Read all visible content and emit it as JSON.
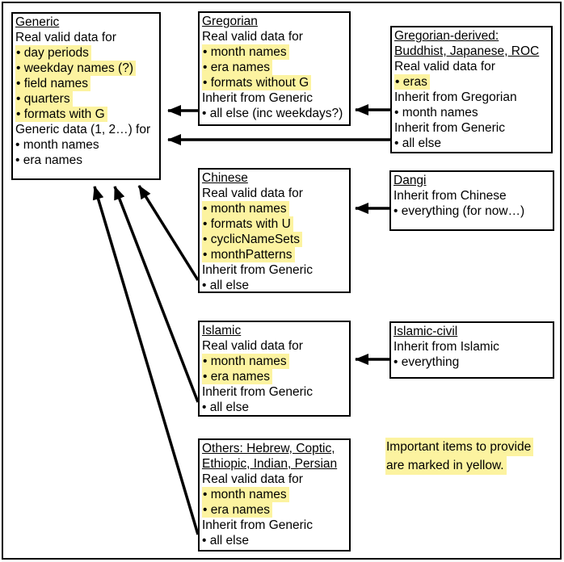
{
  "colors": {
    "highlight_yellow": "#FCF3A0",
    "box_border": "#000000",
    "arrow": "#000000",
    "background": "#FFFFFF"
  },
  "boxes": [
    {
      "id": "generic",
      "title_lines": [
        "Generic"
      ],
      "lines": [
        {
          "text": "Real valid data for",
          "highlight": false
        },
        {
          "text": "• day periods",
          "highlight": true
        },
        {
          "text": "• weekday names (?)",
          "highlight": true
        },
        {
          "text": "• field names",
          "highlight": true
        },
        {
          "text": "• quarters",
          "highlight": true
        },
        {
          "text": "• formats with G",
          "highlight": true
        },
        {
          "text": "Generic data (1, 2…) for",
          "highlight": false
        },
        {
          "text": "• month names",
          "highlight": false
        },
        {
          "text": "• era names",
          "highlight": false
        }
      ]
    },
    {
      "id": "gregorian",
      "title_lines": [
        "Gregorian"
      ],
      "lines": [
        {
          "text": "Real valid data for",
          "highlight": false
        },
        {
          "text": "• month names",
          "highlight": true
        },
        {
          "text": "• era names",
          "highlight": true
        },
        {
          "text": "• formats without G",
          "highlight": true
        },
        {
          "text": "Inherit from Generic",
          "highlight": false
        },
        {
          "text": "• all else (inc weekdays?)",
          "highlight": false
        }
      ]
    },
    {
      "id": "gregorian-derived",
      "title_lines": [
        "Gregorian-derived:",
        "Buddhist, Japanese, ROC"
      ],
      "lines": [
        {
          "text": "Real valid data for",
          "highlight": false
        },
        {
          "text": "• eras",
          "highlight": true
        },
        {
          "text": "Inherit from Gregorian",
          "highlight": false
        },
        {
          "text": "• month names",
          "highlight": false
        },
        {
          "text": "Inherit from Generic",
          "highlight": false
        },
        {
          "text": "• all else",
          "highlight": false
        }
      ]
    },
    {
      "id": "chinese",
      "title_lines": [
        "Chinese"
      ],
      "lines": [
        {
          "text": "Real valid data for",
          "highlight": false
        },
        {
          "text": "• month names",
          "highlight": true
        },
        {
          "text": "• formats with U",
          "highlight": true
        },
        {
          "text": "• cyclicNameSets",
          "highlight": true
        },
        {
          "text": "• monthPatterns",
          "highlight": true
        },
        {
          "text": "Inherit from Generic",
          "highlight": false
        },
        {
          "text": "• all else",
          "highlight": false
        }
      ]
    },
    {
      "id": "dangi",
      "title_lines": [
        "Dangi"
      ],
      "lines": [
        {
          "text": "Inherit from Chinese",
          "highlight": false
        },
        {
          "text": "• everything (for now…)",
          "highlight": false
        }
      ]
    },
    {
      "id": "islamic",
      "title_lines": [
        "Islamic"
      ],
      "lines": [
        {
          "text": "Real valid data for",
          "highlight": false
        },
        {
          "text": "• month names",
          "highlight": true
        },
        {
          "text": "• era names",
          "highlight": true
        },
        {
          "text": "Inherit from Generic",
          "highlight": false
        },
        {
          "text": "• all else",
          "highlight": false
        }
      ]
    },
    {
      "id": "islamic-civil",
      "title_lines": [
        "Islamic-civil"
      ],
      "lines": [
        {
          "text": "Inherit from Islamic",
          "highlight": false
        },
        {
          "text": "• everything",
          "highlight": false
        }
      ]
    },
    {
      "id": "others",
      "title_lines": [
        "Others: Hebrew, Coptic,",
        "Ethiopic, Indian, Persian"
      ],
      "lines": [
        {
          "text": "Real valid data for",
          "highlight": false
        },
        {
          "text": "• month names",
          "highlight": true
        },
        {
          "text": "• era names",
          "highlight": true
        },
        {
          "text": "Inherit from Generic",
          "highlight": false
        },
        {
          "text": "• all else",
          "highlight": false
        }
      ]
    }
  ],
  "note": {
    "lines": [
      "Important items to provide",
      "are marked in yellow."
    ]
  },
  "arrows": [
    {
      "from": "Gregorian",
      "to": "Generic"
    },
    {
      "from": "Gregorian-derived",
      "to": "Generic"
    },
    {
      "from": "Gregorian-derived",
      "to": "Gregorian"
    },
    {
      "from": "Dangi",
      "to": "Chinese"
    },
    {
      "from": "Islamic-civil",
      "to": "Islamic"
    },
    {
      "from": "Chinese",
      "to": "Generic"
    },
    {
      "from": "Islamic",
      "to": "Generic"
    },
    {
      "from": "Others",
      "to": "Generic"
    }
  ]
}
